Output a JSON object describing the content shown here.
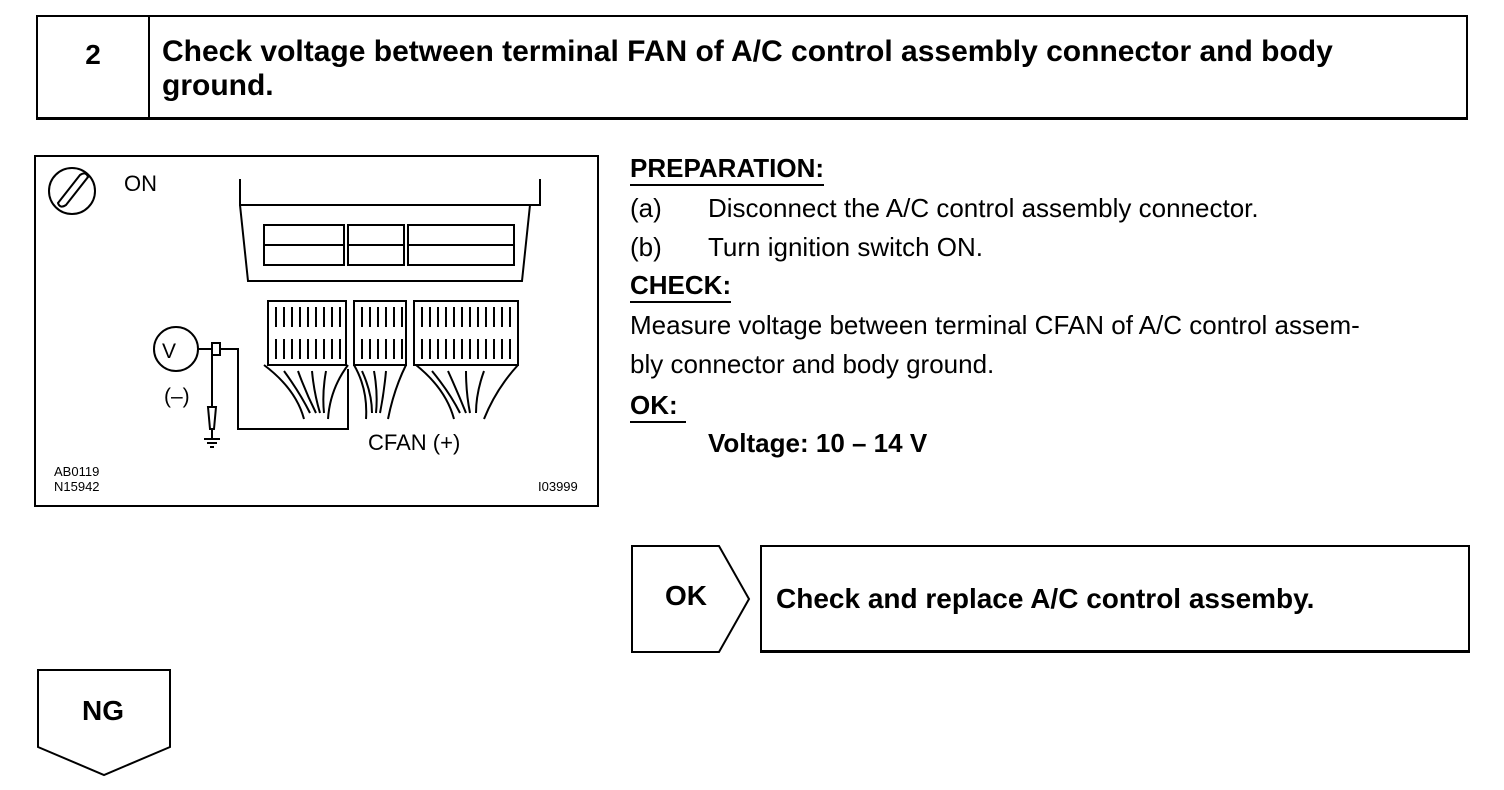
{
  "step": {
    "number": "2",
    "title": "Check voltage between terminal FAN of A/C control assembly connector and body ground."
  },
  "figure": {
    "on_label": "ON",
    "meter_label": "V",
    "negative_label": "(–)",
    "terminal_label": "CFAN (+)",
    "code_1": "AB0119",
    "code_2": "N15942",
    "code_3": "I03999",
    "icons": [
      "ignition-key-icon",
      "voltmeter-icon",
      "ground-icon"
    ]
  },
  "preparation": {
    "heading": "PREPARATION:",
    "items": [
      {
        "tag": "(a)",
        "text": "Disconnect the A/C control assembly connector."
      },
      {
        "tag": "(b)",
        "text": "Turn ignition switch ON."
      }
    ]
  },
  "check": {
    "heading": "CHECK:",
    "line_1": "Measure voltage between terminal CFAN of A/C control assem-",
    "line_2": "bly connector and body ground."
  },
  "ok_spec": {
    "heading": "OK:",
    "value": "Voltage: 10 – 14 V"
  },
  "result_ok": {
    "label": "OK",
    "action": "Check and replace A/C control assemby."
  },
  "result_ng": {
    "label": "NG"
  }
}
